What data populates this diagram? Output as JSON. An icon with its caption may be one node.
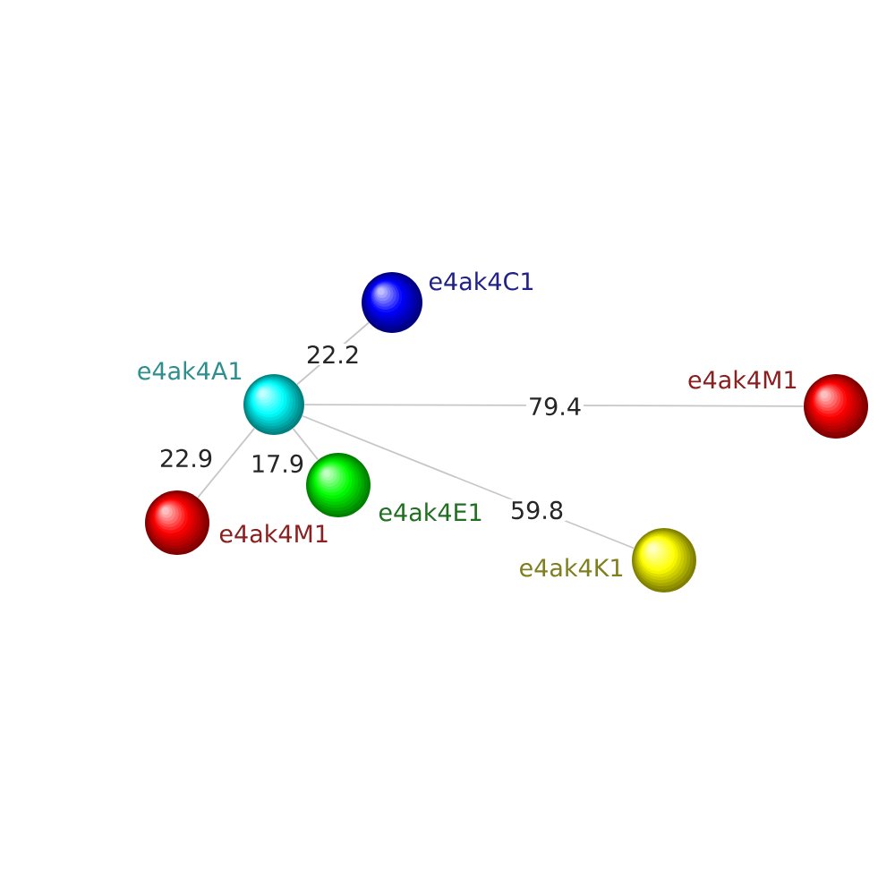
{
  "diagram": {
    "nodes": [
      {
        "text": [
          "e4ak4C1"
        ]
      },
      {
        "text": [
          "e4ak4A1"
        ]
      },
      {
        "text": [
          "e4ak4M1"
        ]
      },
      {
        "text": [
          "e4ak4E1"
        ]
      },
      {
        "text": [
          "e4ak4M1"
        ]
      },
      {
        "text": [
          "e4ak4K1"
        ]
      }
    ],
    "edges": [
      {
        "from": 1,
        "to": 0,
        "arrow": "none",
        "label": "22.2"
      },
      {
        "from": 1,
        "to": 2,
        "arrow": "none",
        "label": "79.4"
      },
      {
        "from": 1,
        "to": 3,
        "arrow": "none",
        "label": "17.9"
      },
      {
        "from": 1,
        "to": 4,
        "arrow": "none",
        "label": "22.9"
      },
      {
        "from": 1,
        "to": 5,
        "arrow": "none",
        "label": "59.8"
      }
    ]
  }
}
